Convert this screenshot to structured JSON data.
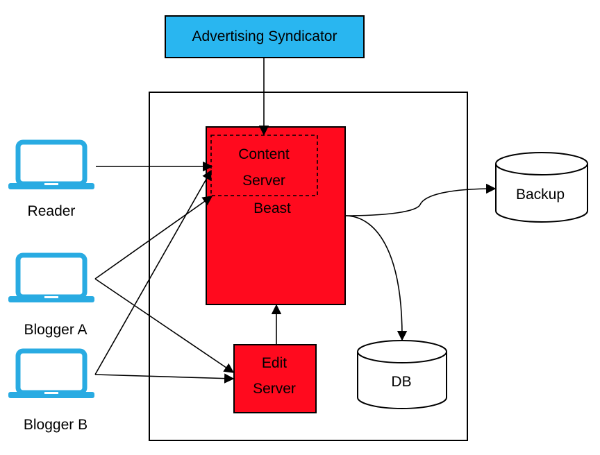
{
  "top_box": {
    "label": "Advertising Syndicator",
    "color": "#29b6f0"
  },
  "container": {
    "border_color": "#000000"
  },
  "beast": {
    "label": "Beast",
    "color": "#ff0a1e",
    "content_server": {
      "line1": "Content",
      "line2": "Server"
    }
  },
  "edit_server": {
    "line1": "Edit",
    "line2": "Server",
    "color": "#ff0a1e"
  },
  "databases": [
    {
      "id": "backup",
      "label": "Backup"
    },
    {
      "id": "db",
      "label": "DB"
    }
  ],
  "users": [
    {
      "id": "reader",
      "label": "Reader"
    },
    {
      "id": "blogger-a",
      "label": "Blogger A"
    },
    {
      "id": "blogger-b",
      "label": "Blogger B"
    }
  ],
  "laptop_icon": {
    "name": "laptop-icon",
    "color": "#29abe2"
  }
}
